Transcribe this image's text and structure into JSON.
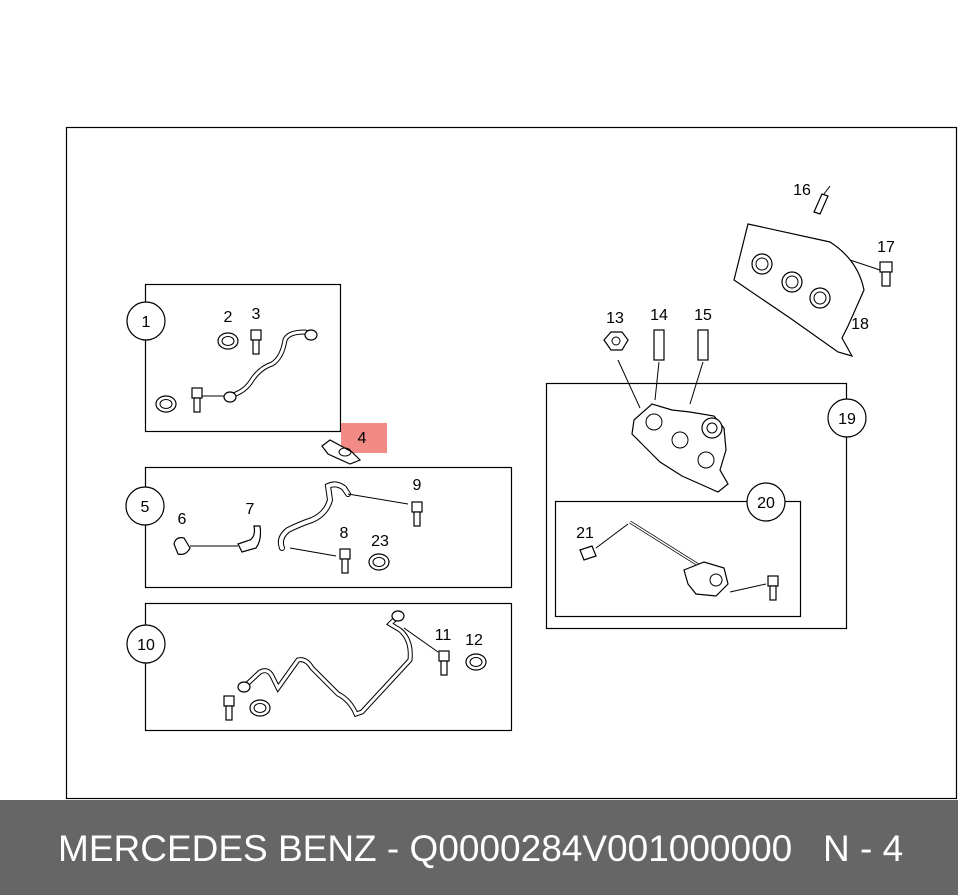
{
  "diagram": {
    "callouts": {
      "c1": "1",
      "c2": "2",
      "c3": "3",
      "c4": "4",
      "c5": "5",
      "c6": "6",
      "c7": "7",
      "c8": "8",
      "c9": "9",
      "c10": "10",
      "c11": "11",
      "c12": "12",
      "c13": "13",
      "c14": "14",
      "c15": "15",
      "c16": "16",
      "c17": "17",
      "c18": "18",
      "c19": "19",
      "c20": "20",
      "c21": "21",
      "c23": "23"
    },
    "highlight_color": "#f28b86"
  },
  "footer": {
    "part_number": "MERCEDES BENZ - Q0000284V001000000",
    "reference": "N - 4",
    "background": "#666666"
  }
}
